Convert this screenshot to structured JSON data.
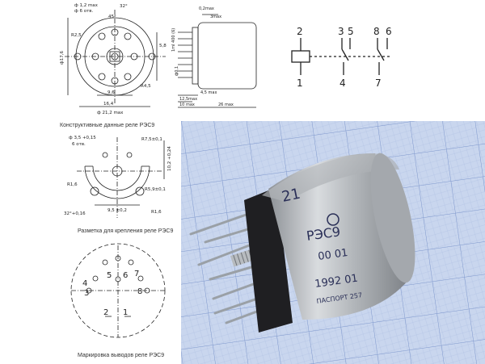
{
  "captions": {
    "construction": "Конструктивные данные реле РЭС9",
    "mounting": "Разметка для крепления реле РЭС9",
    "pinout": "Маркировка выводов реле РЭС9"
  },
  "top_drawing": {
    "dims": {
      "d_pin": "ф 1,2 max",
      "d_holes": "ф 6 отв.",
      "angle_32": "32°",
      "angle_45": "45°",
      "r25": "R2,5",
      "r45": "R4,5",
      "d17": "ф17,6",
      "d_body": "ф 21,2 max",
      "w16": "16,4",
      "w96": "9,6",
      "h58": "5,8",
      "t_02": "0,2max",
      "t_3": "3max",
      "side_lead": "1ml 400 (6)",
      "side_ph": "ф0,1",
      "side_max": "4,5 max",
      "len_125": "12,5max",
      "len_10": "10 max",
      "len_26": "26 max"
    }
  },
  "schematic": {
    "top_labels": [
      "2",
      "3",
      "5",
      "8",
      "6"
    ],
    "bottom_labels": [
      "1",
      "4",
      "7"
    ]
  },
  "mounting_drawing": {
    "dims": {
      "d35": "ф 3,5 +0,15",
      "holes": "6 отв.",
      "r75": "R7,5±0,1",
      "w102": "10,2 +0,24",
      "r16a": "R1,6",
      "r59": "R5,9±0,1",
      "a32": "32°+0,16",
      "w95": "9,5 ±0,2",
      "r16b": "R1,6"
    }
  },
  "pinout_drawing": {
    "pins": [
      "5",
      "6",
      "7",
      "4",
      "3",
      "8",
      "2",
      "1"
    ]
  },
  "photo": {
    "marking_lines": [
      "РЭС9",
      "00 01",
      "1992 01",
      "ПАСПОРТ 257"
    ],
    "top_mark": "21"
  },
  "colors": {
    "line": "#222222",
    "grid_bg": "#c9d6ee",
    "grid_line": "#8fa6d6",
    "metal": "#b9bcc0"
  }
}
